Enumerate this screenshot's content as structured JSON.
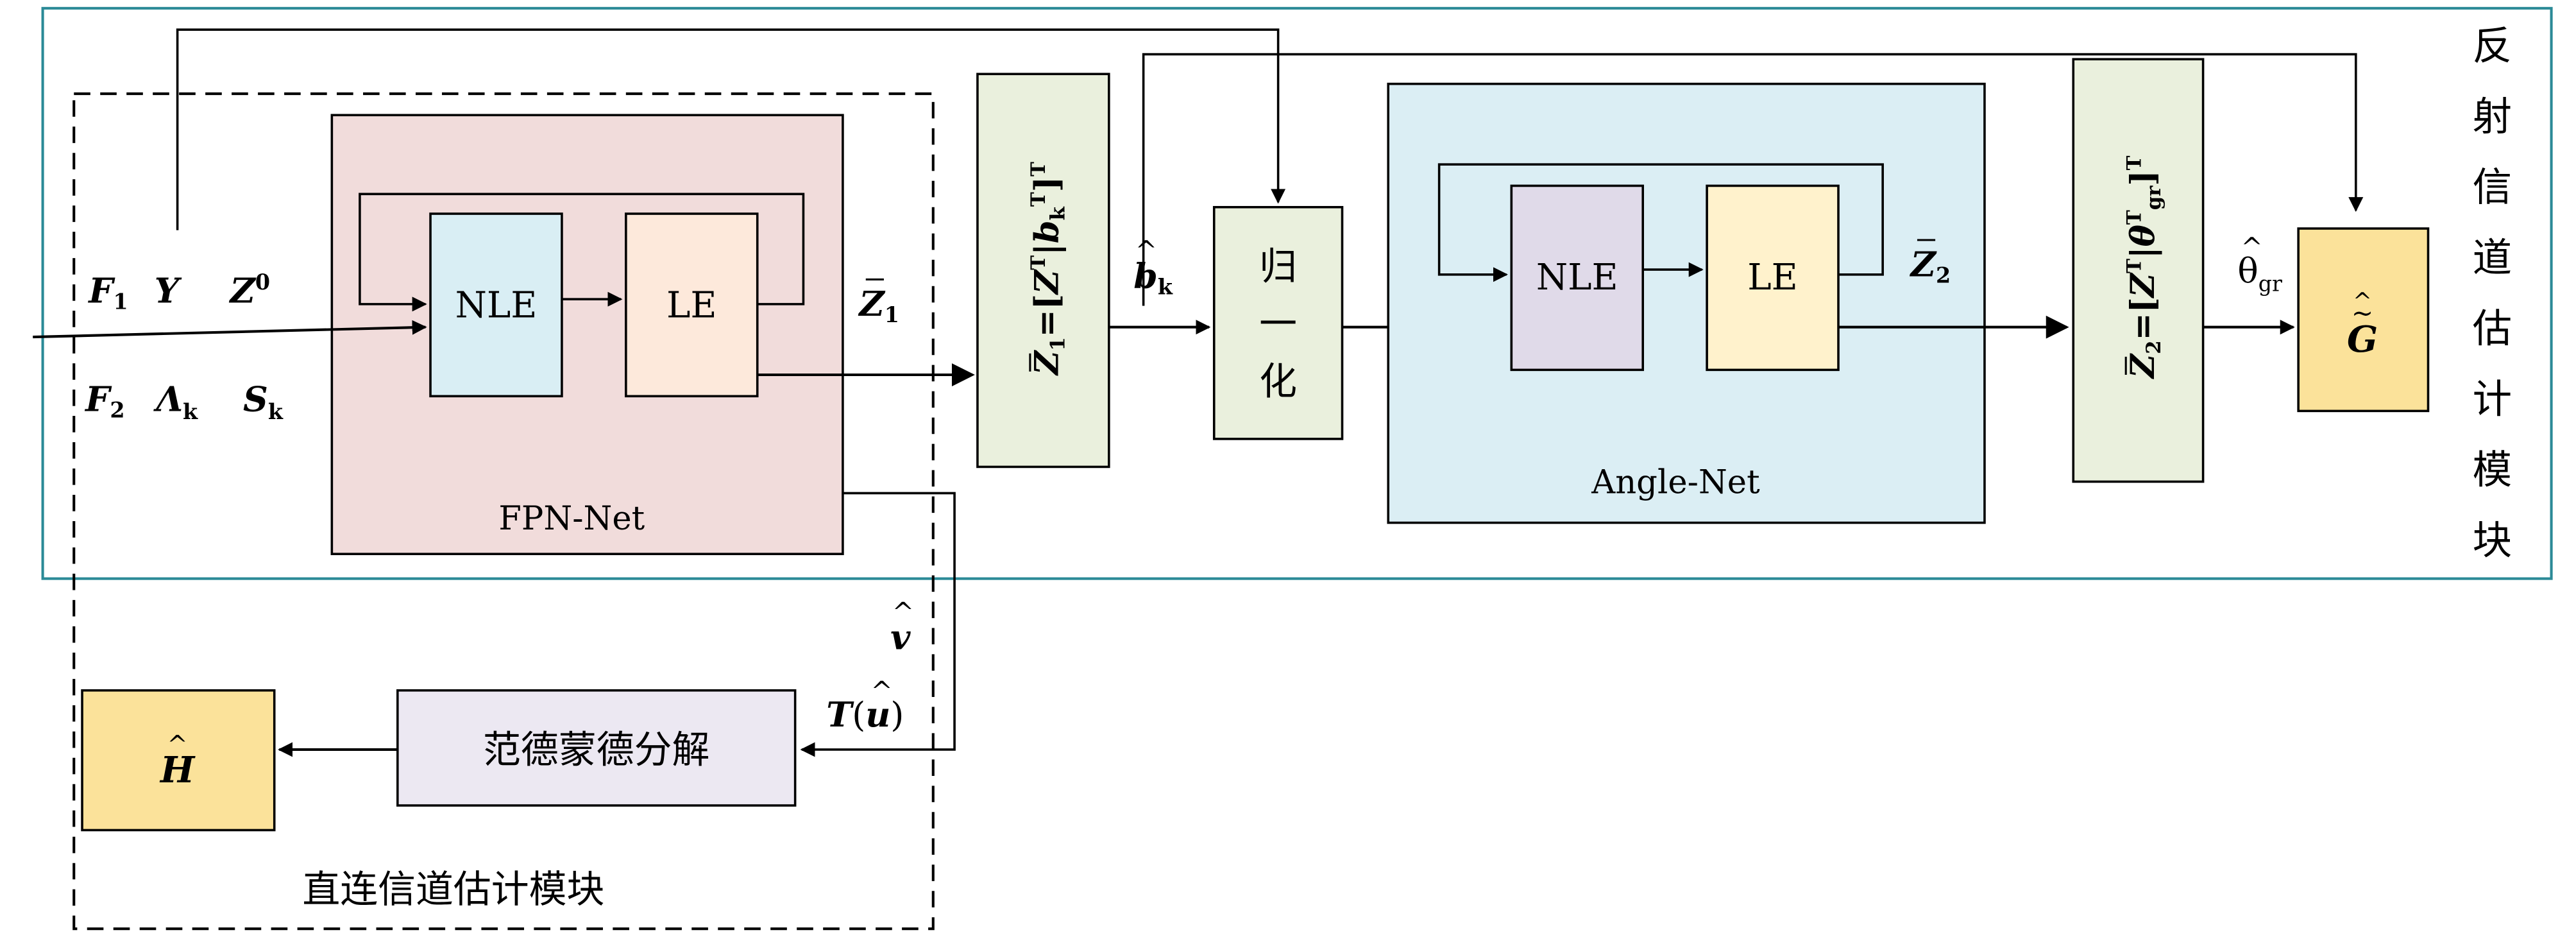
{
  "colors": {
    "outer_border": "#2b8a97",
    "fpn_fill": "#f1dcdb",
    "nle1_fill": "#d9eef4",
    "le1_fill": "#fde9db",
    "z1_fill": "#eaf0dd",
    "norm_fill": "#eaf0dd",
    "angle_fill": "#dbeef4",
    "nle2_fill": "#e0dae9",
    "le2_fill": "#fff2cc",
    "z2_fill": "#eaf0dd",
    "g_fill": "#fbe29a",
    "h_fill": "#fbe29a",
    "vd_fill": "#ece8f2"
  },
  "inputs": {
    "row1": [
      "F",
      "1",
      "Y",
      "Z",
      "0"
    ],
    "row2": [
      "F",
      "2",
      "Λ",
      "k",
      "S",
      "k"
    ]
  },
  "fpn": {
    "label": "FPN-Net",
    "nle": "NLE",
    "le": "LE"
  },
  "z1_out": {
    "sym": "Z",
    "sub": "1"
  },
  "z1_box": {
    "lhs": "Z",
    "lhs_sub": "1",
    "eq": "=[",
    "z": "Z",
    "t": "T",
    "bar": "|",
    "b": "b",
    "b_sub": "k",
    "close": "]",
    "t2": "T"
  },
  "b_hat": {
    "sym": "b",
    "sub": "k"
  },
  "normalize": [
    "归",
    "一",
    "化"
  ],
  "angle": {
    "label": "Angle-Net",
    "nle": "NLE",
    "le": "LE"
  },
  "z2_out": {
    "sym": "Z",
    "sub": "2"
  },
  "z2_box": {
    "lhs": "Z",
    "lhs_sub": "2",
    "eq": "=[",
    "z": "Z",
    "t": "T",
    "bar": "|",
    "theta": "θ",
    "theta_t": "T",
    "theta_sub": "gr",
    "close": "]",
    "t2": "T"
  },
  "theta_hat": {
    "sym": "θ",
    "sub": "gr"
  },
  "g_box": {
    "sym": "G"
  },
  "reflect_module": [
    "反",
    "射",
    "信",
    "道",
    "估",
    "计",
    "模",
    "块"
  ],
  "v_hat": {
    "sym": "v"
  },
  "t_u": {
    "t": "T",
    "open": "(",
    "u": "u",
    "close": ")"
  },
  "vandermonde": "范德蒙德分解",
  "h_box": {
    "sym": "H"
  },
  "direct_module": "直连信道估计模块"
}
